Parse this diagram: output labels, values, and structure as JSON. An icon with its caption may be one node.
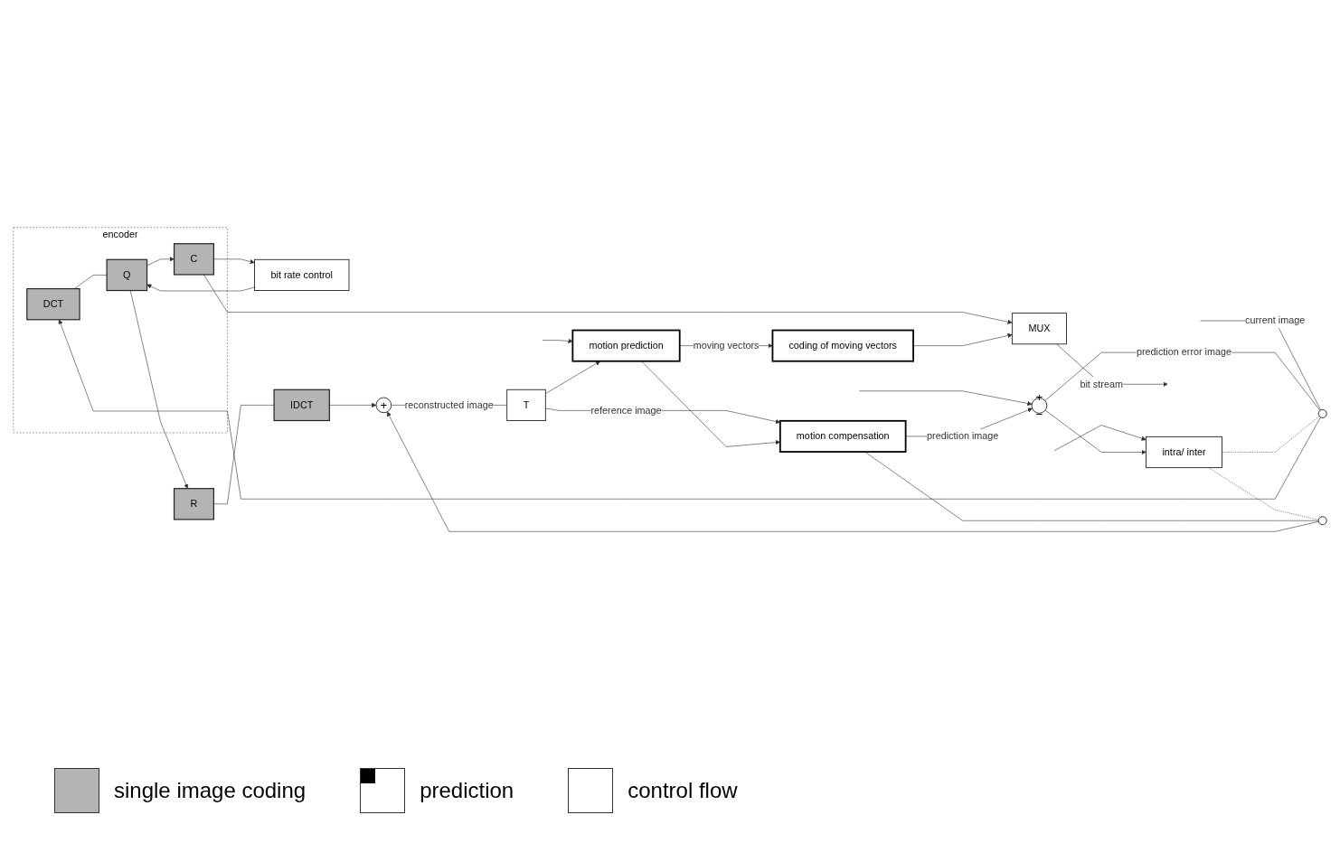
{
  "diagram": {
    "nodes": [
      {
        "text": [
          "intra/ inter"
        ]
      },
      {
        "text": [
          "bit rate control"
        ]
      },
      {
        "text": [
          "encoder"
        ]
      },
      {
        "text": [
          "DCT"
        ],
        "in": 2
      },
      {
        "text": [
          "Q"
        ],
        "in": 2
      },
      {
        "text": [
          "C"
        ],
        "in": 2
      },
      {
        "text": [
          "MUX"
        ]
      },
      {
        "text": [
          "+"
        ],
        "beside": [
          "−"
        ]
      },
      {
        "text": [],
        "shape": "switch"
      },
      {
        "text": [
          "R"
        ]
      },
      {
        "text": [
          "IDCT"
        ]
      },
      {
        "text": [
          "+"
        ]
      },
      {
        "text": [],
        "shape": "switch"
      },
      {
        "text": [
          "coding of moving vectors"
        ]
      },
      {
        "text": [
          "motion compensation"
        ]
      },
      {
        "text": [
          "T"
        ]
      },
      {
        "text": [
          "motion prediction"
        ]
      }
    ],
    "edges": [
      {
        "from": null,
        "to": 8,
        "arrow": "none",
        "label": "current image"
      },
      {
        "from": null,
        "to": 0,
        "arrow": "to"
      },
      {
        "from": null,
        "to": 7,
        "arrow": "to"
      },
      {
        "from": null,
        "to": 16,
        "arrow": "to"
      },
      {
        "from": 7,
        "to": 8,
        "arrow": "none",
        "label": "prediction error image"
      },
      {
        "from": 7,
        "to": 0,
        "arrow": "to"
      },
      {
        "from": 8,
        "to": 3,
        "arrow": "to"
      },
      {
        "from": 0,
        "to": 8,
        "arrow": "none",
        "style": "dashed"
      },
      {
        "from": 0,
        "to": 12,
        "arrow": "none",
        "style": "dashed"
      },
      {
        "from": 3,
        "to": 4,
        "arrow": "none"
      },
      {
        "from": 4,
        "to": 5,
        "arrow": "to"
      },
      {
        "from": 1,
        "to": 4,
        "arrow": "to"
      },
      {
        "from": 5,
        "to": 1,
        "arrow": "to"
      },
      {
        "from": 5,
        "to": 6,
        "arrow": "to"
      },
      {
        "from": 4,
        "to": 9,
        "arrow": "to"
      },
      {
        "from": 9,
        "to": 10,
        "arrow": "none"
      },
      {
        "from": 10,
        "to": 11,
        "arrow": "to"
      },
      {
        "from": 14,
        "to": 7,
        "arrow": "to",
        "label": "prediction image"
      },
      {
        "from": 14,
        "to": 12,
        "arrow": "none"
      },
      {
        "from": 12,
        "to": 11,
        "arrow": "to"
      },
      {
        "from": 11,
        "to": 15,
        "arrow": "none",
        "label": "reconstructed image"
      },
      {
        "from": 15,
        "to": 14,
        "arrow": "to",
        "label": "reference image"
      },
      {
        "from": 15,
        "to": 16,
        "arrow": "to"
      },
      {
        "from": 16,
        "to": 14,
        "arrow": "to"
      },
      {
        "from": 16,
        "to": 13,
        "arrow": "to",
        "label": "moving vectors"
      },
      {
        "from": 13,
        "to": 6,
        "arrow": "to"
      },
      {
        "from": 6,
        "to": null,
        "arrow": "to",
        "label": "bit stream"
      }
    ],
    "legend": [
      {
        "text": "single image coding",
        "color": "#b4b4b4"
      },
      {
        "text": "prediction"
      },
      {
        "text": "control flow",
        "color": "#ffffff"
      }
    ]
  }
}
